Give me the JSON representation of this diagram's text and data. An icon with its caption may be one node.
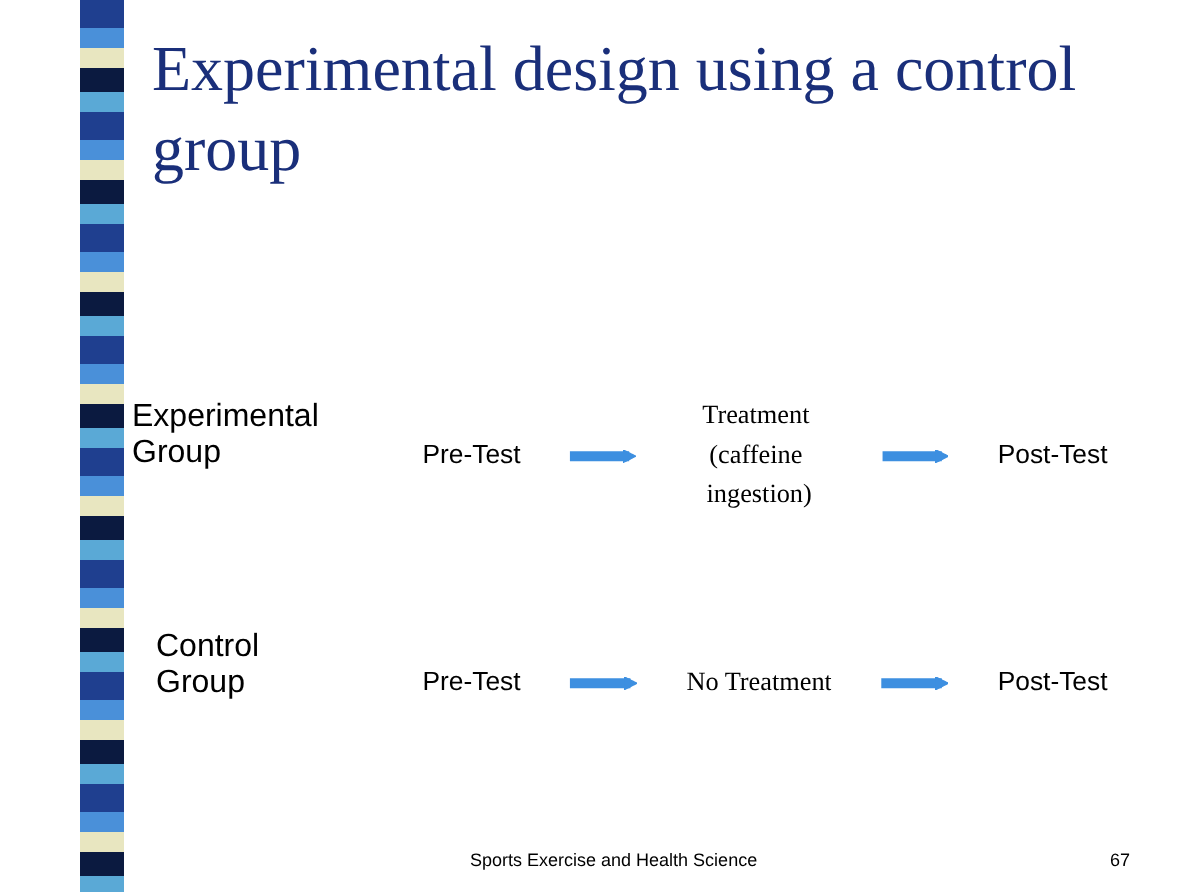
{
  "diagram": {
    "title": "Experimental design using a control group",
    "nodes": [
      {
        "text": [
          "Pre-Test"
        ]
      },
      {
        "text": [
          "Treatment (caffeine ingestion)"
        ]
      },
      {
        "text": [
          "Post-Test"
        ]
      },
      {
        "text": [
          "Pre-Test"
        ]
      },
      {
        "text": [
          "No Treatment"
        ]
      },
      {
        "text": [
          "Post-Test"
        ]
      }
    ],
    "edges": [
      {
        "from": 0,
        "to": 1,
        "arrow": "to"
      },
      {
        "from": 1,
        "to": 2,
        "arrow": "to"
      },
      {
        "from": 3,
        "to": 4,
        "arrow": "to"
      },
      {
        "from": 4,
        "to": 5,
        "arrow": "to"
      }
    ],
    "labels": [
      "Experimental Group",
      "Control Group",
      "Sports Exercise and Health Science",
      "67"
    ]
  }
}
